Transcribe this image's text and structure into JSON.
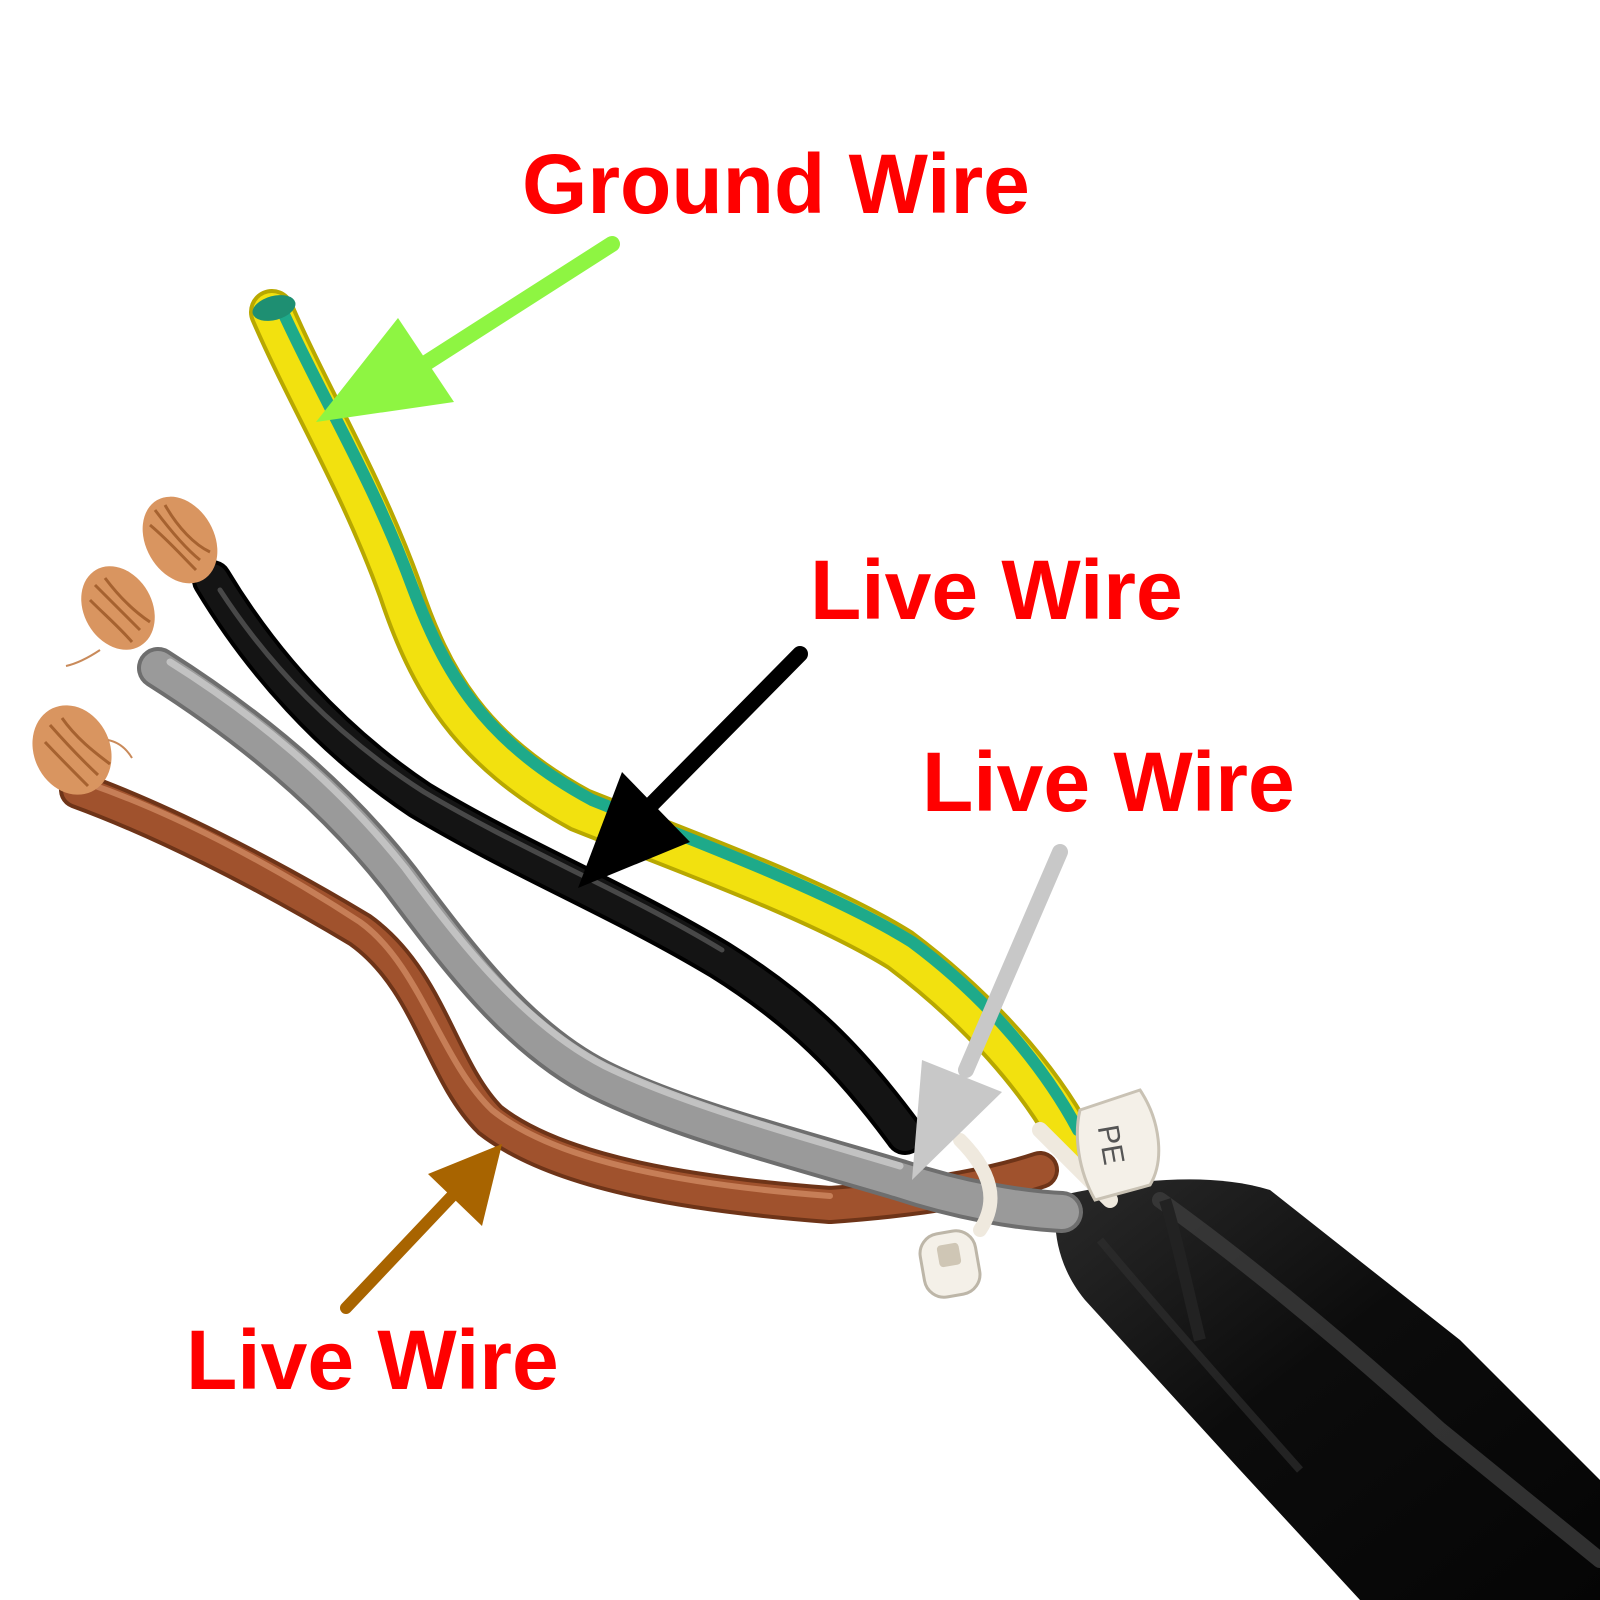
{
  "image": {
    "subject": "stripped-four-core-power-cable",
    "background_color": "#ffffff"
  },
  "labels": {
    "ground_wire": "Ground Wire",
    "live_wire_black": "Live Wire",
    "live_wire_grey": "Live Wire",
    "live_wire_brown": "Live Wire",
    "sleeve_marking": "PE"
  },
  "colors": {
    "label_text": "#ff0000",
    "arrow_ground": "#8ef542",
    "arrow_black": "#000000",
    "arrow_grey": "#c8c8c8",
    "arrow_brown": "#a86400",
    "wire_ground_yellow": "#f2e10f",
    "wire_ground_green": "#1eaa8a",
    "wire_black": "#141414",
    "wire_grey": "#9a9a9a",
    "wire_brown": "#a0522d",
    "copper": "#d99560",
    "cable_jacket": "#0c0c0c",
    "tie_and_sleeve": "#f4f0e8"
  }
}
